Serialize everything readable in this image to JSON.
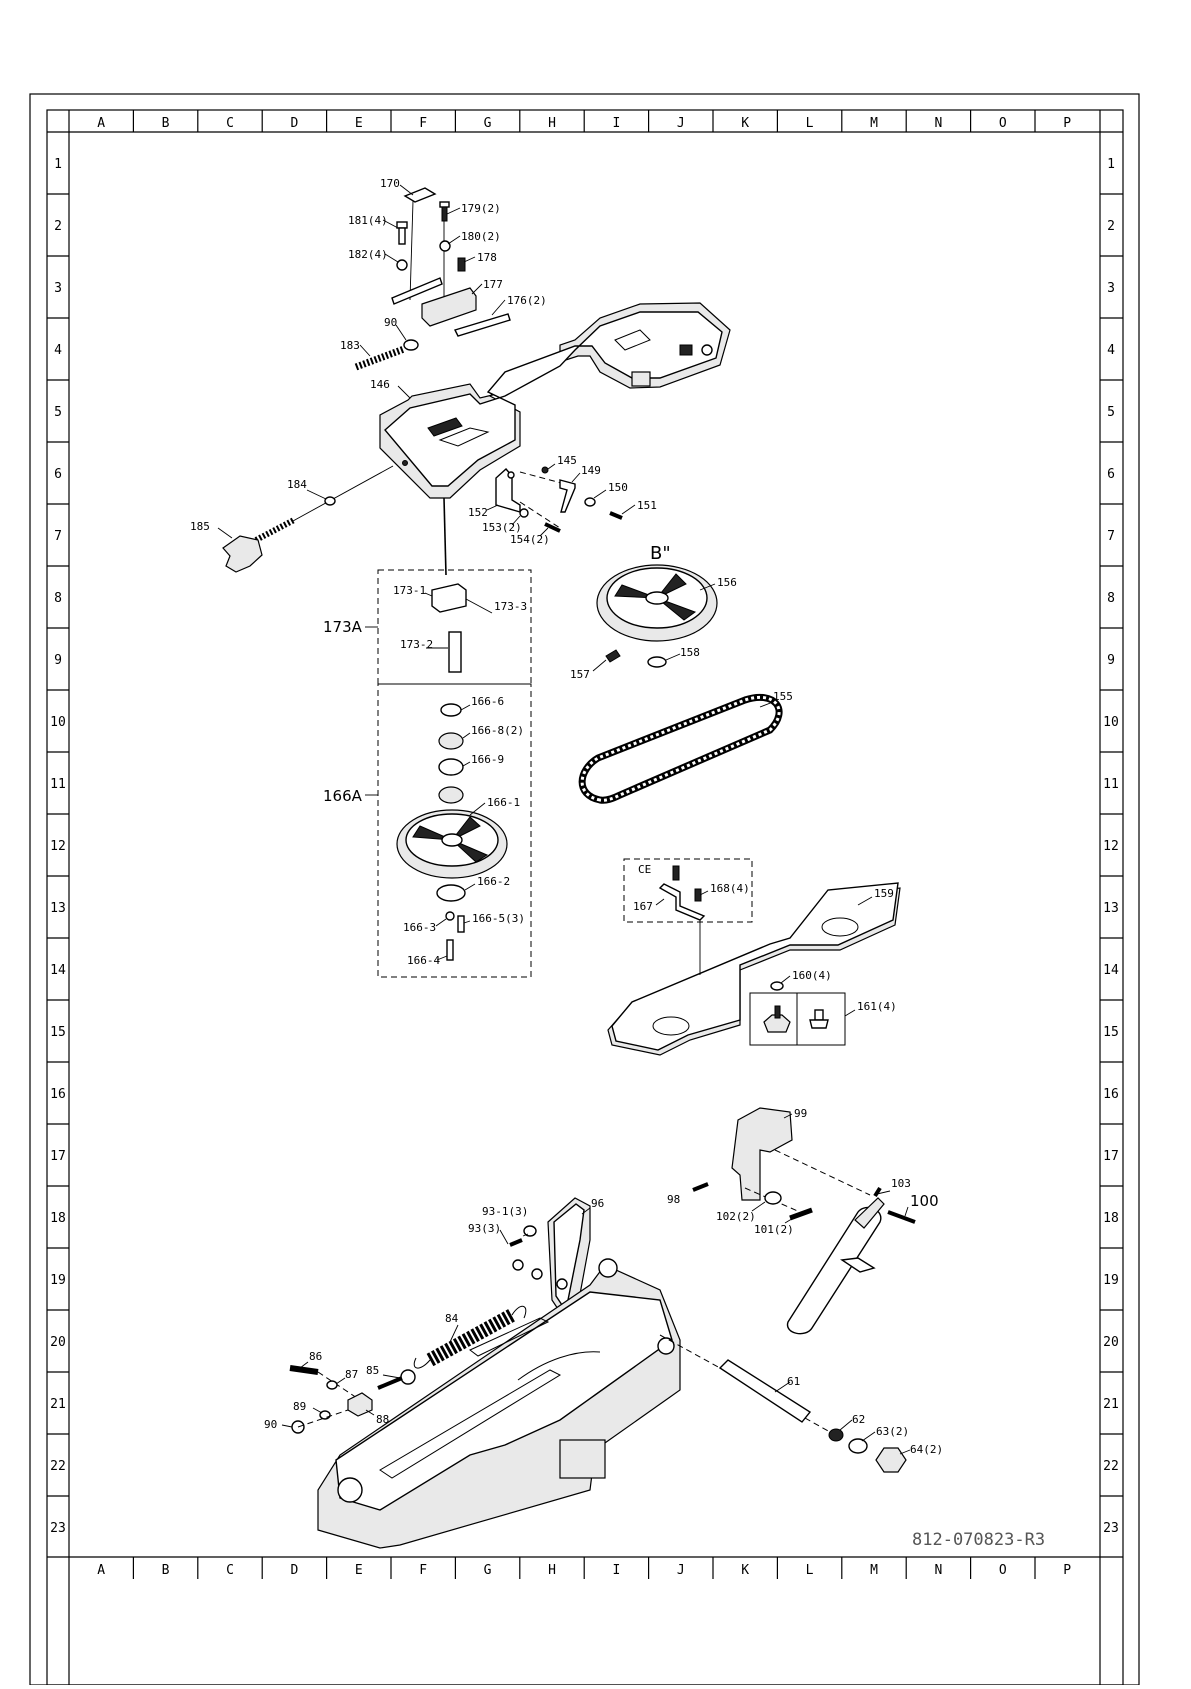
{
  "grid": {
    "columns": [
      "A",
      "B",
      "C",
      "D",
      "E",
      "F",
      "G",
      "H",
      "I",
      "J",
      "K",
      "L",
      "M",
      "N",
      "O",
      "P"
    ],
    "rows": [
      "1",
      "2",
      "3",
      "4",
      "5",
      "6",
      "7",
      "8",
      "9",
      "10",
      "11",
      "12",
      "13",
      "14",
      "15",
      "16",
      "17",
      "18",
      "19",
      "20",
      "21",
      "22",
      "23"
    ]
  },
  "labels": {
    "p170": "170",
    "p179": "179(2)",
    "p181": "181(4)",
    "p180": "180(2)",
    "p182": "182(4)",
    "p178": "178",
    "p177": "177",
    "p176": "176(2)",
    "p90a": "90",
    "p183": "183",
    "p146": "146",
    "p184": "184",
    "p185": "185",
    "p145": "145",
    "p149": "149",
    "p150": "150",
    "p151": "151",
    "p152": "152",
    "p153": "153(2)",
    "p154": "154(2)",
    "bview": "B\"",
    "p156": "156",
    "p157": "157",
    "p158": "158",
    "p155": "155",
    "p1731": "173-1",
    "p1733": "173-3",
    "p1732": "173-2",
    "p173A": "173A",
    "p1666": "166-6",
    "p1668": "166-8(2)",
    "p1669": "166-9",
    "p1661": "166-1",
    "p166A": "166A",
    "p1662": "166-2",
    "p1663": "166-3",
    "p1665": "166-5(3)",
    "p1664": "166-4",
    "ce": "CE",
    "p167": "167",
    "p168": "168(4)",
    "p159": "159",
    "p160": "160(4)",
    "p161": "161(4)",
    "p99": "99",
    "p98": "98",
    "p103": "103",
    "p100": "100",
    "p102": "102(2)",
    "p101": "101(2)",
    "p931": "93-1(3)",
    "p93": "93(3)",
    "p96": "96",
    "p84": "84",
    "p86": "86",
    "p87": "87",
    "p85": "85",
    "p89": "89",
    "p88": "88",
    "p90b": "90",
    "p61": "61",
    "p62": "62",
    "p63": "63(2)",
    "p64": "64(2)"
  },
  "drawing_number": "812-070823-R3"
}
